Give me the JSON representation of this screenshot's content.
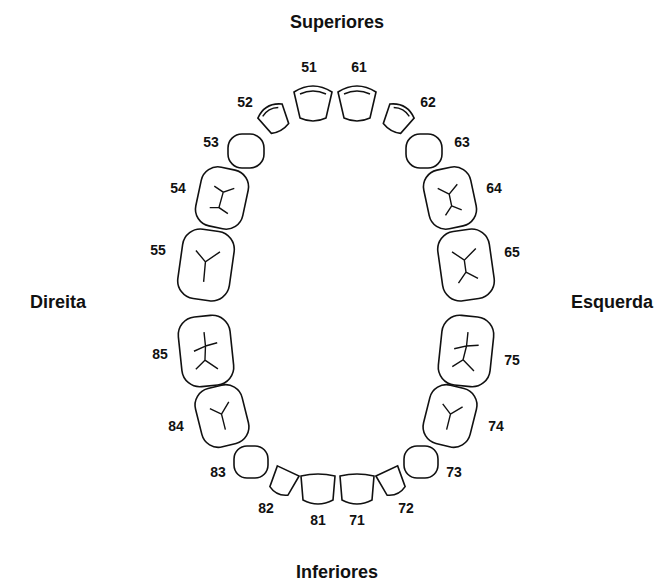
{
  "diagram": {
    "labels": [
      "Superiores",
      "52",
      "51",
      "61",
      "62",
      "53",
      "63",
      "54",
      "64",
      "55",
      "65",
      "Direita",
      "Esquerda",
      "85",
      "75",
      "84",
      "74",
      "83",
      "73",
      "82",
      "81",
      "71",
      "72",
      "Inferiores"
    ]
  }
}
